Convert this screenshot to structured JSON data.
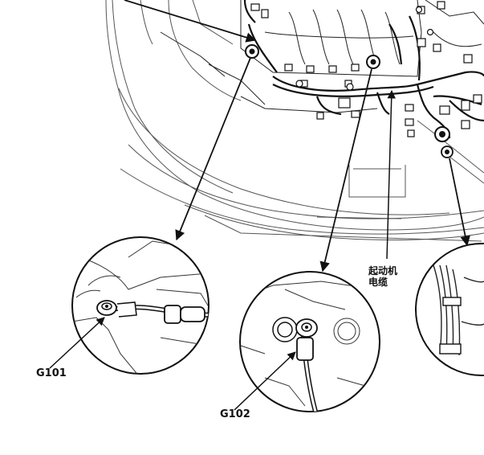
{
  "callouts": {
    "g101": "G101",
    "g102": "G102",
    "starter_cable_line1": "起动机",
    "starter_cable_line2": "电缆"
  },
  "icons": [
    "ground-bolt-icon",
    "ground-terminal-icon",
    "pointer-arrow-icon"
  ]
}
